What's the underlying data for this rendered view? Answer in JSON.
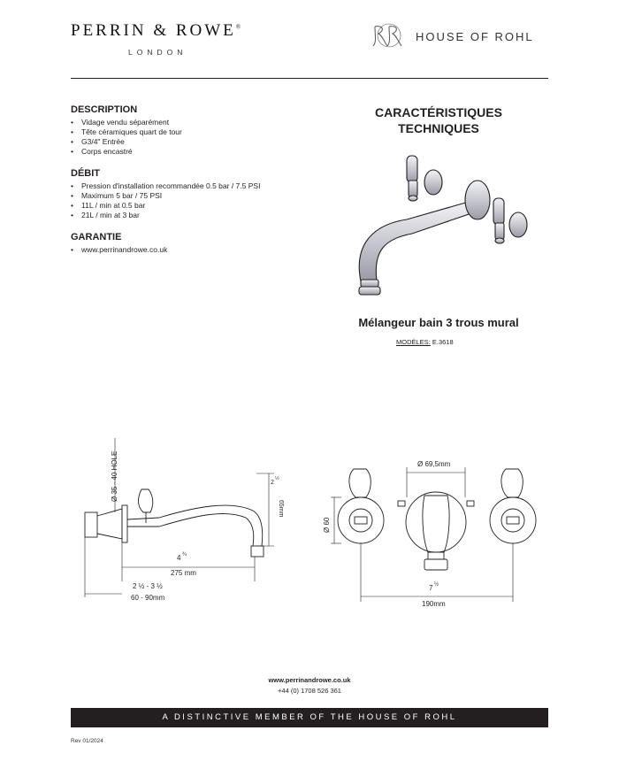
{
  "header": {
    "brand_name": "PERRIN & ROWE",
    "brand_trademark": "®",
    "brand_city": "LONDON",
    "partner_brand": "HOUSE OF ROHL"
  },
  "description": {
    "title": "DESCRIPTION",
    "items": [
      "Vidage vendu séparément",
      "Tête céramiques quart de tour",
      "G3/4\" Entrée",
      "Corps encastré"
    ]
  },
  "flow": {
    "title": "DÉBIT",
    "items": [
      "Pression d'installation recommandée 0.5 bar / 7.5 PSI",
      "Maximum 5 bar / 75 PSI",
      "11L / min at 0.5 bar",
      "21L / min at 3 bar"
    ]
  },
  "warranty": {
    "title": "GARANTIE",
    "items": [
      "www.perrinandrowe.co.uk"
    ]
  },
  "specs": {
    "title_line1": "CARACTÉRISTIQUES",
    "title_line2": "TECHNIQUES",
    "product_name": "Mélangeur bain 3 trous mural",
    "models_label": "MODÈLES:",
    "models_value": "E.3618"
  },
  "drawing": {
    "side_hole": "Ø 35 - 40 HOLE",
    "side_height_in": "2",
    "side_height_in_frac": "½",
    "side_height_mm": "65mm",
    "side_reach_in": "4",
    "side_reach_in_frac": "¾",
    "side_reach_mm": "275 mm",
    "side_depth_in": "2 ½ - 3 ½",
    "side_depth_mm": "60 - 90mm",
    "front_diam": "Ø 69,5mm",
    "front_height": "Ø 60",
    "front_width_in": "7",
    "front_width_in_frac": "½",
    "front_width_mm": "190mm"
  },
  "footer": {
    "website": "www.perrinandrowe.co.uk",
    "phone": "+44 (0) 1708 526 361",
    "banner": "A DISTINCTIVE MEMBER OF THE HOUSE OF ROHL",
    "revision": "Rev 01/2024"
  },
  "colors": {
    "text": "#231f20",
    "banner_bg": "#231f20",
    "chrome": "#c8c8d0"
  }
}
